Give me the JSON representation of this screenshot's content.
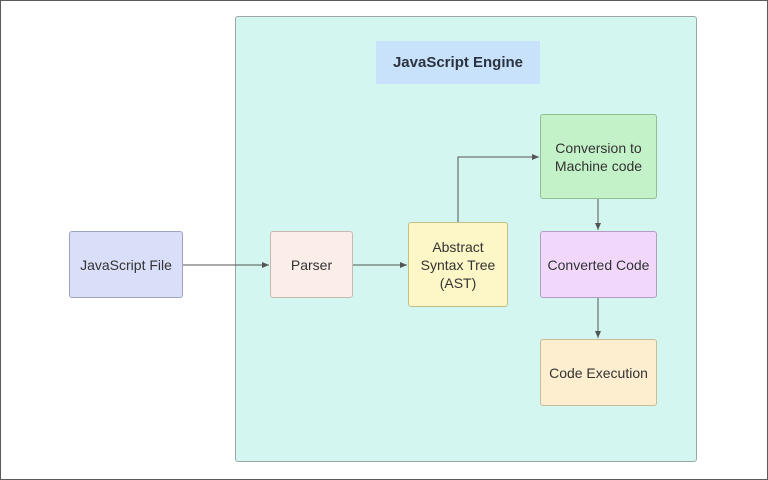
{
  "engine": {
    "title": "JavaScript Engine"
  },
  "nodes": {
    "file": "JavaScript File",
    "parser": "Parser",
    "ast": "Abstract\nSyntax Tree\n(AST)",
    "conversion": "Conversion to\nMachine code",
    "converted": "Converted Code",
    "execution": "Code Execution"
  },
  "colors": {
    "engine_bg": "#d4f6f0",
    "title_bg": "#c9e2fb",
    "file": "#dadff9",
    "parser": "#fbede8",
    "ast": "#fdf6c6",
    "conversion": "#c4f2c8",
    "converted": "#f1d8fb",
    "execution": "#fdeed0",
    "connector": "#555555"
  }
}
